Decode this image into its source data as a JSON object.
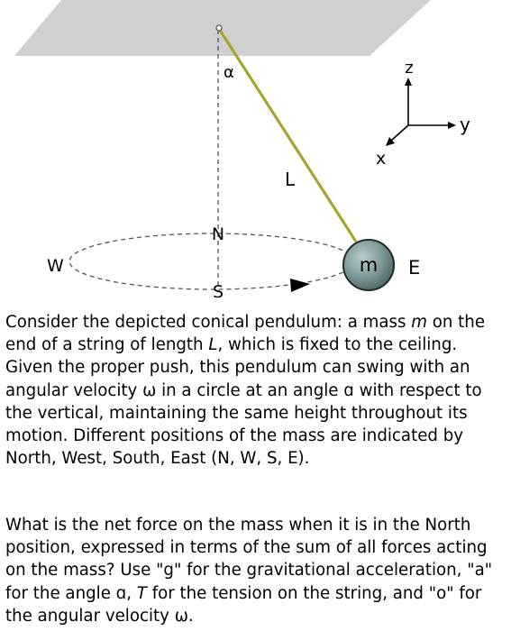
{
  "figure": {
    "labels": {
      "alpha": "α",
      "length": "L",
      "mass": "m",
      "north": "N",
      "south": "S",
      "west": "W",
      "east": "E",
      "axis_z": "z",
      "axis_y": "y",
      "axis_x": "x"
    },
    "colors": {
      "ceiling": "#d0d0d0",
      "string": "#a6a52e",
      "mass_fill": "#7f9a9a",
      "mass_outline": "#1f2a2a",
      "dashed_line": "#555555"
    }
  },
  "question": {
    "paragraph1": [
      {
        "text": "Consider the depicted conical pendulum: a mass "
      },
      {
        "text": "m",
        "italic": true
      },
      {
        "text": " on the end of a string of length "
      },
      {
        "text": "L",
        "italic": true
      },
      {
        "text": ", which is fixed to the ceiling. Given the proper push, this pendulum can swing with an angular velocity ω in a circle at an angle ɑ with respect to the vertical, maintaining the same height throughout its motion. Different positions of the mass are indicated by North, West, South, East (N, W, S, E)."
      }
    ],
    "paragraph2": [
      {
        "text": "What is the net force on the mass when it is in the North position, expressed in terms of the sum of all forces acting on the mass? Use \"g\" for the gravitational acceleration, \"a\" for the angle ɑ, "
      },
      {
        "text": "T",
        "italic": true
      },
      {
        "text": " for the tension on the string, and \"o\" for the angular velocity ω."
      }
    ]
  }
}
